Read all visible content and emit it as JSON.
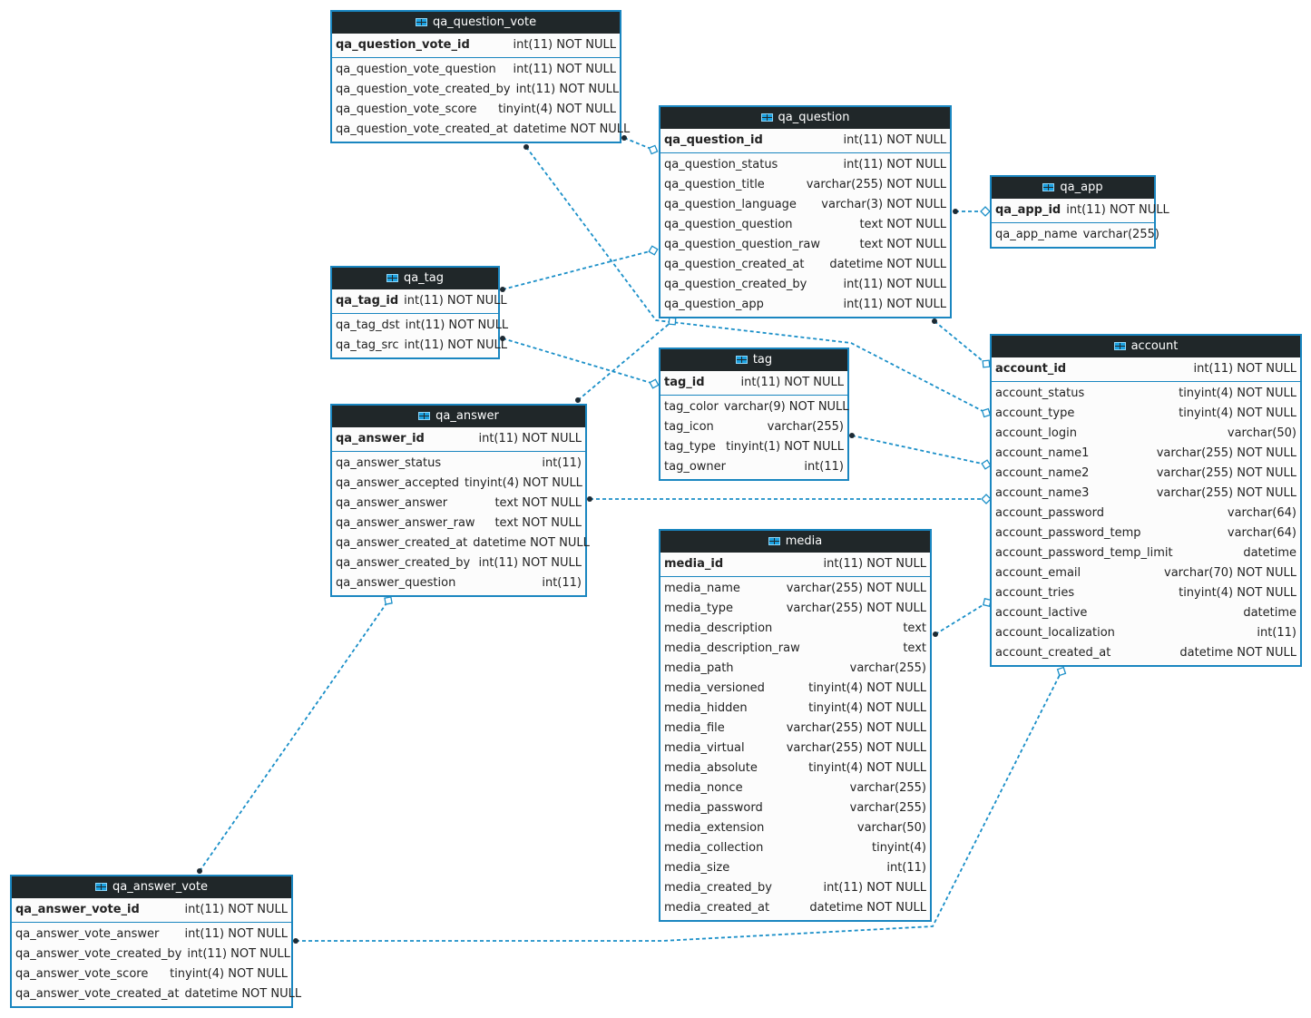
{
  "colors": {
    "border": "#1a86c0",
    "header": "#202729",
    "link": "#1a8fc8"
  },
  "tables": [
    {
      "id": "qa_question_vote",
      "name": "qa_question_vote",
      "pk": [
        [
          "qa_question_vote_id",
          "int(11) NOT NULL"
        ]
      ],
      "columns": [
        [
          "qa_question_vote_question",
          "int(11) NOT NULL"
        ],
        [
          "qa_question_vote_created_by",
          "int(11) NOT NULL"
        ],
        [
          "qa_question_vote_score",
          "tinyint(4) NOT NULL"
        ],
        [
          "qa_question_vote_created_at",
          "datetime NOT NULL"
        ]
      ]
    },
    {
      "id": "qa_question",
      "name": "qa_question",
      "pk": [
        [
          "qa_question_id",
          "int(11) NOT NULL"
        ]
      ],
      "columns": [
        [
          "qa_question_status",
          "int(11) NOT NULL"
        ],
        [
          "qa_question_title",
          "varchar(255) NOT NULL"
        ],
        [
          "qa_question_language",
          "varchar(3) NOT NULL"
        ],
        [
          "qa_question_question",
          "text NOT NULL"
        ],
        [
          "qa_question_question_raw",
          "text NOT NULL"
        ],
        [
          "qa_question_created_at",
          "datetime NOT NULL"
        ],
        [
          "qa_question_created_by",
          "int(11) NOT NULL"
        ],
        [
          "qa_question_app",
          "int(11) NOT NULL"
        ]
      ]
    },
    {
      "id": "qa_app",
      "name": "qa_app",
      "pk": [
        [
          "qa_app_id",
          "int(11) NOT NULL"
        ]
      ],
      "columns": [
        [
          "qa_app_name",
          "varchar(255)"
        ]
      ]
    },
    {
      "id": "qa_tag",
      "name": "qa_tag",
      "pk": [
        [
          "qa_tag_id",
          "int(11) NOT NULL"
        ]
      ],
      "columns": [
        [
          "qa_tag_dst",
          "int(11) NOT NULL"
        ],
        [
          "qa_tag_src",
          "int(11) NOT NULL"
        ]
      ]
    },
    {
      "id": "tag",
      "name": "tag",
      "pk": [
        [
          "tag_id",
          "int(11) NOT NULL"
        ]
      ],
      "columns": [
        [
          "tag_color",
          "varchar(9) NOT NULL"
        ],
        [
          "tag_icon",
          "varchar(255)"
        ],
        [
          "tag_type",
          "tinyint(1) NOT NULL"
        ],
        [
          "tag_owner",
          "int(11)"
        ]
      ]
    },
    {
      "id": "account",
      "name": "account",
      "pk": [
        [
          "account_id",
          "int(11) NOT NULL"
        ]
      ],
      "columns": [
        [
          "account_status",
          "tinyint(4) NOT NULL"
        ],
        [
          "account_type",
          "tinyint(4) NOT NULL"
        ],
        [
          "account_login",
          "varchar(50)"
        ],
        [
          "account_name1",
          "varchar(255) NOT NULL"
        ],
        [
          "account_name2",
          "varchar(255) NOT NULL"
        ],
        [
          "account_name3",
          "varchar(255) NOT NULL"
        ],
        [
          "account_password",
          "varchar(64)"
        ],
        [
          "account_password_temp",
          "varchar(64)"
        ],
        [
          "account_password_temp_limit",
          "datetime"
        ],
        [
          "account_email",
          "varchar(70) NOT NULL"
        ],
        [
          "account_tries",
          "tinyint(4) NOT NULL"
        ],
        [
          "account_lactive",
          "datetime"
        ],
        [
          "account_localization",
          "int(11)"
        ],
        [
          "account_created_at",
          "datetime NOT NULL"
        ]
      ]
    },
    {
      "id": "qa_answer",
      "name": "qa_answer",
      "pk": [
        [
          "qa_answer_id",
          "int(11) NOT NULL"
        ]
      ],
      "columns": [
        [
          "qa_answer_status",
          "int(11)"
        ],
        [
          "qa_answer_accepted",
          "tinyint(4) NOT NULL"
        ],
        [
          "qa_answer_answer",
          "text NOT NULL"
        ],
        [
          "qa_answer_answer_raw",
          "text NOT NULL"
        ],
        [
          "qa_answer_created_at",
          "datetime NOT NULL"
        ],
        [
          "qa_answer_created_by",
          "int(11) NOT NULL"
        ],
        [
          "qa_answer_question",
          "int(11)"
        ]
      ]
    },
    {
      "id": "media",
      "name": "media",
      "pk": [
        [
          "media_id",
          "int(11) NOT NULL"
        ]
      ],
      "columns": [
        [
          "media_name",
          "varchar(255) NOT NULL"
        ],
        [
          "media_type",
          "varchar(255) NOT NULL"
        ],
        [
          "media_description",
          "text"
        ],
        [
          "media_description_raw",
          "text"
        ],
        [
          "media_path",
          "varchar(255)"
        ],
        [
          "media_versioned",
          "tinyint(4) NOT NULL"
        ],
        [
          "media_hidden",
          "tinyint(4) NOT NULL"
        ],
        [
          "media_file",
          "varchar(255) NOT NULL"
        ],
        [
          "media_virtual",
          "varchar(255) NOT NULL"
        ],
        [
          "media_absolute",
          "tinyint(4) NOT NULL"
        ],
        [
          "media_nonce",
          "varchar(255)"
        ],
        [
          "media_password",
          "varchar(255)"
        ],
        [
          "media_extension",
          "varchar(50)"
        ],
        [
          "media_collection",
          "tinyint(4)"
        ],
        [
          "media_size",
          "int(11)"
        ],
        [
          "media_created_by",
          "int(11) NOT NULL"
        ],
        [
          "media_created_at",
          "datetime NOT NULL"
        ]
      ]
    },
    {
      "id": "qa_answer_vote",
      "name": "qa_answer_vote",
      "pk": [
        [
          "qa_answer_vote_id",
          "int(11) NOT NULL"
        ]
      ],
      "columns": [
        [
          "qa_answer_vote_answer",
          "int(11) NOT NULL"
        ],
        [
          "qa_answer_vote_created_by",
          "int(11) NOT NULL"
        ],
        [
          "qa_answer_vote_score",
          "tinyint(4) NOT NULL"
        ],
        [
          "qa_answer_vote_created_at",
          "datetime NOT NULL"
        ]
      ]
    }
  ],
  "relations": [
    {
      "from": "qa_question_vote",
      "to": "qa_question"
    },
    {
      "from": "qa_question_vote",
      "to": "account"
    },
    {
      "from": "qa_question",
      "to": "qa_app"
    },
    {
      "from": "qa_question",
      "to": "account"
    },
    {
      "from": "qa_tag",
      "to": "qa_question"
    },
    {
      "from": "qa_tag",
      "to": "tag"
    },
    {
      "from": "qa_answer",
      "to": "qa_question"
    },
    {
      "from": "qa_answer",
      "to": "account"
    },
    {
      "from": "tag",
      "to": "account"
    },
    {
      "from": "media",
      "to": "account"
    },
    {
      "from": "qa_answer_vote",
      "to": "qa_answer"
    },
    {
      "from": "qa_answer_vote",
      "to": "account"
    }
  ]
}
